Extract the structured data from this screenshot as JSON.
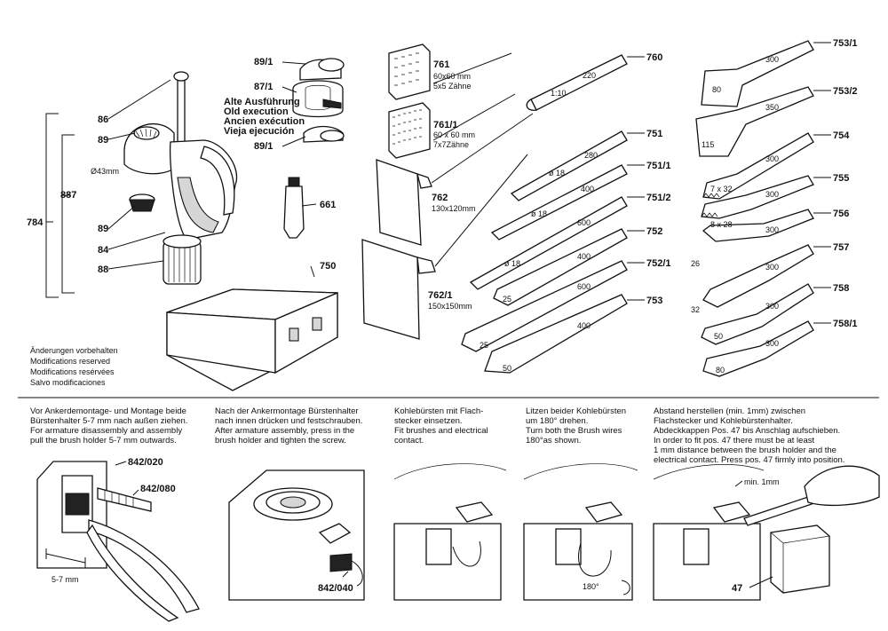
{
  "callouts": {
    "p86": "86",
    "p89a": "89",
    "p89b": "89",
    "p84": "84",
    "p88": "88",
    "p887": "887",
    "p784": "784",
    "bore": "Ø43mm",
    "p89_1a": "89/1",
    "p87_1": "87/1",
    "p89_1b": "89/1",
    "p661": "661",
    "p750": "750",
    "p761": "761",
    "p761_1": "761/1",
    "p762": "762",
    "p762_1": "762/1",
    "p760": "760",
    "p751": "751",
    "p751_1": "751/1",
    "p751_2": "751/2",
    "p752": "752",
    "p752_1": "752/1",
    "p753": "753",
    "p753_1": "753/1",
    "p753_2": "753/2",
    "p754": "754",
    "p755": "755",
    "p756": "756",
    "p757": "757",
    "p758": "758",
    "p758_1": "758/1",
    "p842_020": "842/020",
    "p842_080": "842/080",
    "p842_040": "842/040",
    "p47": "47"
  },
  "old_execution": [
    "Alte Ausführung",
    "Old execution",
    "Ancien exécution",
    "Vieja ejecución"
  ],
  "pads": {
    "d761": [
      "60x60 mm",
      "5x5 Zähne"
    ],
    "d761_1": [
      "60 x 60 mm",
      "7x7Zähne"
    ],
    "d762": "130x120mm",
    "d762_1": "150x150mm"
  },
  "tool_marks": {
    "t760a": "1:10",
    "t760b": "220",
    "t751a": "ø 18",
    "t751b": "280",
    "t751_1a": "ø 18",
    "t751_1b": "400",
    "t751_2a": "ø 18",
    "t751_2b": "600",
    "t752a": "25",
    "t752b": "400",
    "t752_1a": "25",
    "t752_1b": "600",
    "t753a": "50",
    "t753b": "400",
    "t753_1a": "80",
    "t753_1b": "300",
    "t753_2a": "115",
    "t753_2b": "350",
    "t754a": "7 x 32",
    "t754b": "300",
    "t755a": "8 x 28",
    "t755b": "300",
    "t756a": "26",
    "t756b": "300",
    "t757a": "32",
    "t757b": "300",
    "t758a": "50",
    "t758b": "300",
    "t758_1a": "80",
    "t758_1b": "300"
  },
  "notice": [
    "Änderungen vorbehalten",
    "Modifications reserved",
    "Modifications resérvées",
    "Salvo modificaciones"
  ],
  "instructions": [
    "Vor Ankerdemontage- und Montage beide\nBürstenhalter 5-7 mm nach außen ziehen.\nFor armature disassembly and assembly\npull the brush holder 5-7 mm outwards.",
    "Nach der Ankermontage Bürstenhalter\nnach innen drücken und festschrauben.\nAfter armature assembly, press in the\nbrush holder and tighten the screw.",
    "Kohlebürsten mit Flach-\nstecker einsetzen.\nFit brushes and electrical\ncontact.",
    "Litzen beider Kohlebürsten\num 180° drehen.\nTurn both the Brush wires\n180°as shown.",
    "Abstand herstellen (min. 1mm) zwischen\nFlachstecker und Kohlebürstenhalter.\nAbdeckkappen Pos. 47 bis Anschlag aufschieben.\nIn order to fit pos. 47 there must be at least\n1 mm distance between the brush holder and the\nelectrical contact. Press pos. 47 firmly into position."
  ],
  "figure_marks": {
    "gap": "5-7 mm",
    "rot": "180°",
    "min": "min. 1mm"
  }
}
